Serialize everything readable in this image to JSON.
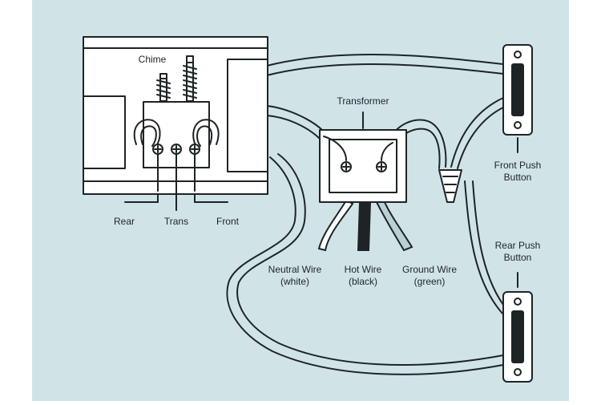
{
  "colors": {
    "background": "#d0e4e8",
    "ink": "#1e2426",
    "component_fill": "#ffffff",
    "hot_wire": "#1e2426",
    "ground_wire": "#b9d1d4"
  },
  "labels": {
    "chime": "Chime",
    "transformer": "Transformer",
    "rear": "Rear",
    "trans": "Trans",
    "front": "Front",
    "neutral_wire": [
      "Neutral Wire",
      "(white)"
    ],
    "hot_wire": [
      "Hot Wire",
      "(black)"
    ],
    "ground_wire": [
      "Ground Wire",
      "(green)"
    ],
    "front_push_button": [
      "Front Push",
      "Button"
    ],
    "rear_push_button": [
      "Rear Push",
      "Button"
    ]
  },
  "icons": [
    "screw-terminal-icon",
    "wire-nut-icon",
    "solenoid-plunger-icon"
  ]
}
